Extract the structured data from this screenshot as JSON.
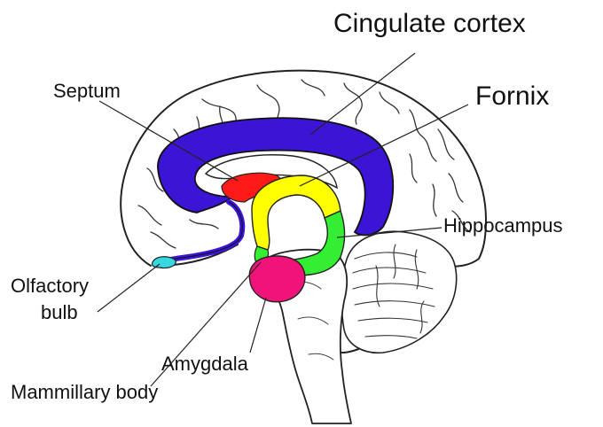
{
  "labels": {
    "cingulate_cortex": "Cingulate cortex",
    "fornix": "Fornix",
    "septum": "Septum",
    "hippocampus": "Hippocampus",
    "olfactory_bulb_line1": "Olfactory",
    "olfactory_bulb_line2": "bulb",
    "amygdala": "Amygdala",
    "mammillary_body": "Mammillary body"
  },
  "colors": {
    "cingulate_cortex": "#3b14d6",
    "fornix": "#ffff00",
    "septum": "#ff1a1a",
    "hippocampus": "#33ee33",
    "amygdala": "#f0137a",
    "olfactory_bulb": "#38d8e0",
    "outline": "#222222"
  }
}
